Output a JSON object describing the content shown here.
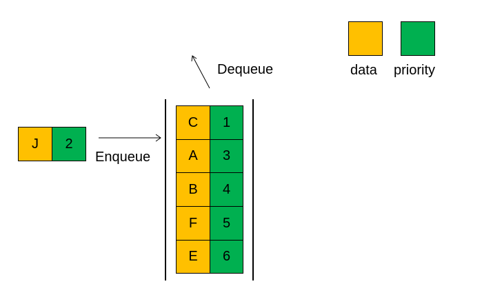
{
  "colors": {
    "data": "#FFC000",
    "priority": "#00B050"
  },
  "legend": {
    "data_label": "data",
    "priority_label": "priority"
  },
  "labels": {
    "enqueue": "Enqueue",
    "dequeue": "Dequeue"
  },
  "incoming": {
    "data": "J",
    "priority": "2"
  },
  "queue": [
    {
      "data": "C",
      "priority": "1"
    },
    {
      "data": "A",
      "priority": "3"
    },
    {
      "data": "B",
      "priority": "4"
    },
    {
      "data": "F",
      "priority": "5"
    },
    {
      "data": "E",
      "priority": "6"
    }
  ]
}
